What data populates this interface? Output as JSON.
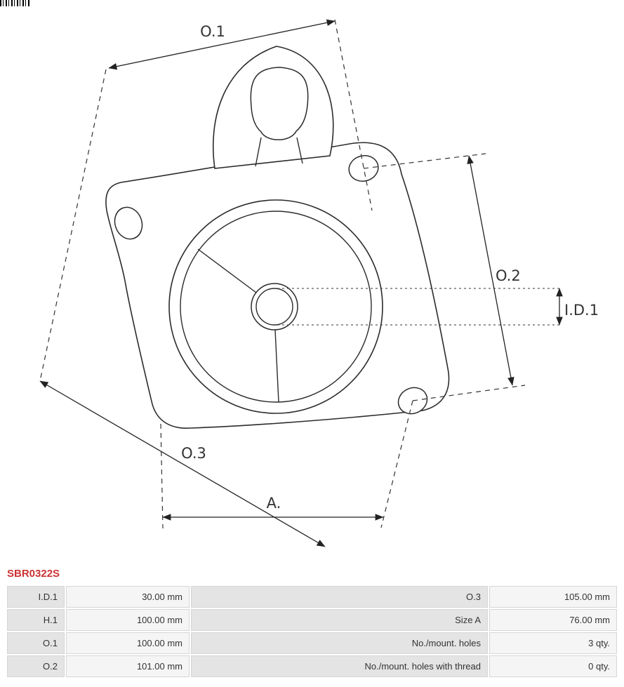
{
  "part": {
    "number": "SBR0322S",
    "accent_color": "#cc3333"
  },
  "diagram": {
    "type": "technical-drawing",
    "description": "Starter motor bracket / cover dimensional line drawing with three mounting holes",
    "dimension_labels": {
      "o1": "O.1",
      "o2": "O.2",
      "o3": "O.3",
      "id1": "I.D.1",
      "a": "A."
    }
  },
  "table": {
    "rows": [
      {
        "k1": "I.D.1",
        "v1": "30.00 mm",
        "k2": "O.3",
        "v2": "105.00 mm"
      },
      {
        "k1": "H.1",
        "v1": "100.00 mm",
        "k2": "Size A",
        "v2": "76.00 mm"
      },
      {
        "k1": "O.1",
        "v1": "100.00 mm",
        "k2": "No./mount. holes",
        "v2": "3 qty."
      },
      {
        "k1": "O.2",
        "v1": "101.00 mm",
        "k2": "No./mount. holes with thread",
        "v2": "0 qty."
      }
    ]
  }
}
